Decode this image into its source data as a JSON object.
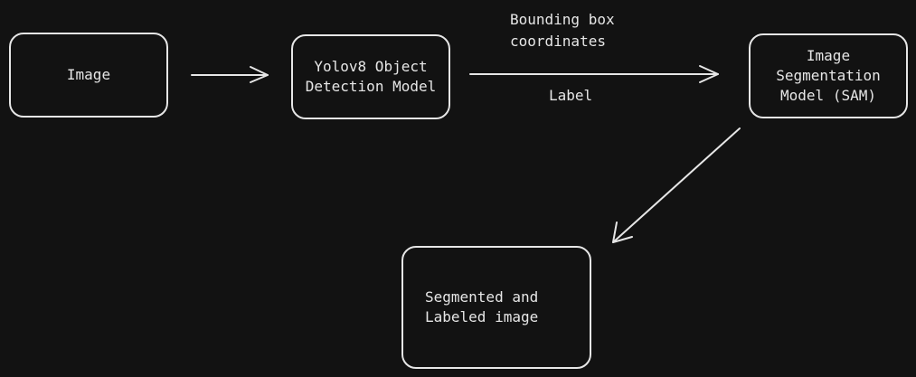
{
  "diagram": {
    "nodes": {
      "image": "Image",
      "yolo": "Yolov8 Object\nDetection Model",
      "sam": "Image\nSegmentation\nModel (SAM)",
      "output": "Segmented and\nLabeled image"
    },
    "edge_labels": {
      "bbox": "Bounding box\ncoordinates",
      "label": "Label"
    },
    "colors": {
      "background": "#121212",
      "stroke": "#e6e6e6",
      "text": "#e6e6e6"
    }
  }
}
